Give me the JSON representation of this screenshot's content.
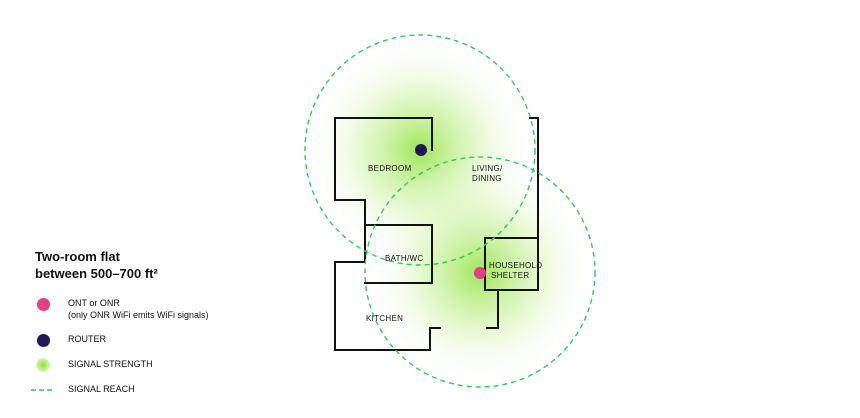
{
  "legend": {
    "title_line1": "Two-room flat",
    "title_line2": "between 500–700 ft²",
    "items": [
      {
        "label": "ONT or ONR",
        "sublabel": "(only ONR WiFi emits WiFi signals)",
        "color": "#e23f86",
        "icon": "magenta-dot"
      },
      {
        "label": "ROUTER",
        "color": "#231656",
        "icon": "navy-dot"
      },
      {
        "label": "SIGNAL STRENGTH",
        "color": "#9ee55a",
        "icon": "green-glow-dot"
      },
      {
        "label": "SIGNAL REACH",
        "color": "#22c55e",
        "icon": "dashed-line"
      }
    ]
  },
  "rooms": {
    "bedroom": "BEDROOM",
    "living_line1": "LIVING/",
    "living_line2": "DINING",
    "bath": "BATH/WC",
    "shelter_line1": "HOUSEHOLD",
    "shelter_line2": "SHELTER",
    "kitchen": "KITCHEN"
  },
  "colors": {
    "wall": "#111111",
    "signal_glow": "#8fe03a",
    "signal_reach": "#2ecc5a",
    "ont": "#e23f86",
    "router": "#231656"
  }
}
